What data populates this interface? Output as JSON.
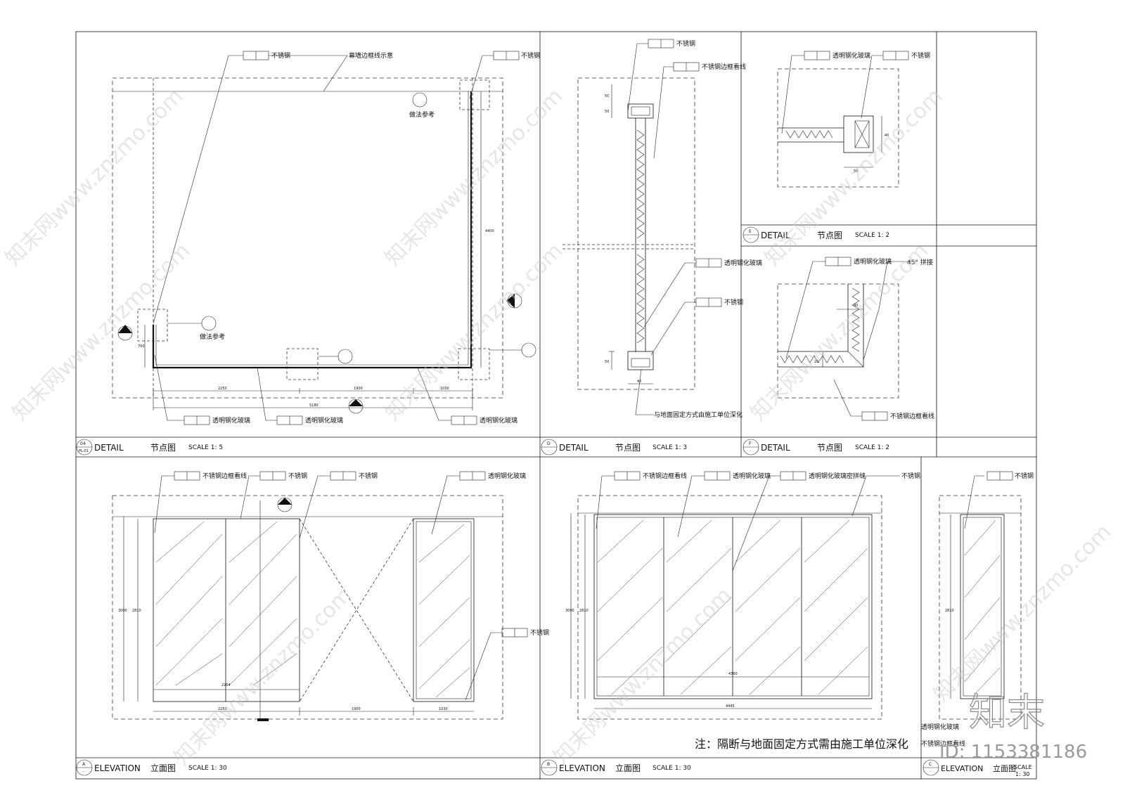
{
  "labels": {
    "stainless": "不锈钢",
    "curtain_wall_edge": "幕墙边框线示意",
    "method_ref": "做法参考",
    "tempered_glass": "透明钢化玻璃",
    "ss_frame_line": "不锈钢边框看线",
    "ground_fix": "与地面固定方式由施工单位深化",
    "miter": "45° 拼接",
    "glass_seam": "透明钢化玻璃密拼缝"
  },
  "note": "注：隔断与地面固定方式需由施工单位深化",
  "titles": {
    "d1": {
      "id": "04",
      "sub": "PL-01",
      "type": "DETAIL",
      "cn": "节点图",
      "scale": "SCALE 1: 5"
    },
    "d2": {
      "id": "D",
      "sub": "-",
      "type": "DETAIL",
      "cn": "节点图",
      "scale": "SCALE 1: 3"
    },
    "d3": {
      "id": "E",
      "sub": "-",
      "type": "DETAIL",
      "cn": "节点图",
      "scale": "SCALE 1: 2"
    },
    "d4": {
      "id": "F",
      "sub": "-",
      "type": "DETAIL",
      "cn": "节点图",
      "scale": "SCALE 1: 2"
    },
    "e1": {
      "id": "A",
      "sub": "-",
      "type": "ELEVATION",
      "cn": "立面图",
      "scale": "SCALE 1: 30"
    },
    "e2": {
      "id": "B",
      "sub": "-",
      "type": "ELEVATION",
      "cn": "立面图",
      "scale": "SCALE 1: 30"
    },
    "e3": {
      "id": "C",
      "sub": "-",
      "type": "ELEVATION",
      "cn": "立面图",
      "scale": "SCALE",
      "scale2": "1: 30"
    }
  },
  "dims": {
    "plan_bottom": [
      "2250",
      "1900",
      "1030"
    ],
    "plan_total": "5180",
    "plan_right": "4400",
    "plan_left": "700",
    "e1_h": [
      "3000",
      "2810"
    ],
    "e1_w": [
      "2250",
      "1900",
      "1030"
    ],
    "e1_inner": "2204",
    "e2_h": [
      "3000",
      "2810"
    ],
    "e2_w": "4445",
    "e2_inner": "4360",
    "e3_h": "2810",
    "d2_top": [
      "50",
      "50"
    ],
    "d2_bot": [
      "50",
      "40"
    ],
    "d3": [
      "40",
      "50"
    ],
    "d4": [
      "40",
      "20"
    ]
  },
  "watermark": {
    "text": "知末网www.znzmo.com",
    "brand": "知末",
    "id": "ID: 1153381186"
  },
  "colors": {
    "line": "#111111",
    "watermark": "#c8c8c8"
  }
}
